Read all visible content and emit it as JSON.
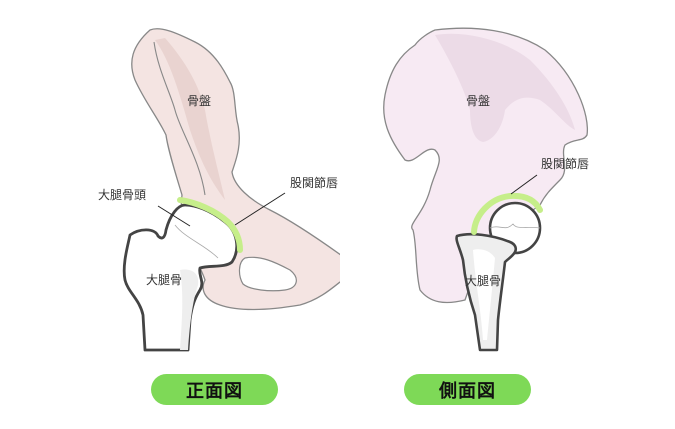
{
  "colors": {
    "front_pelvis_fill": "#f4e4e2",
    "front_pelvis_shade": "#e9d3d0",
    "side_pelvis_fill": "#f7eaf3",
    "side_pelvis_shade": "#ecdbe7",
    "bone_outline": "#888888",
    "femur_outline": "#444444",
    "femur_fill": "#ffffff",
    "femur_shade": "#eeeeee",
    "labrum": "#c6ee8a",
    "pill": "#7ed957",
    "text": "#333333"
  },
  "front_view": {
    "caption": "正面図",
    "labels": {
      "pelvis": "骨盤",
      "femoral_head": "大腿骨頭",
      "labrum": "股関節唇",
      "femur": "大腿骨"
    }
  },
  "side_view": {
    "caption": "側面図",
    "labels": {
      "pelvis": "骨盤",
      "labrum": "股関節唇",
      "femur": "大腿骨"
    }
  }
}
